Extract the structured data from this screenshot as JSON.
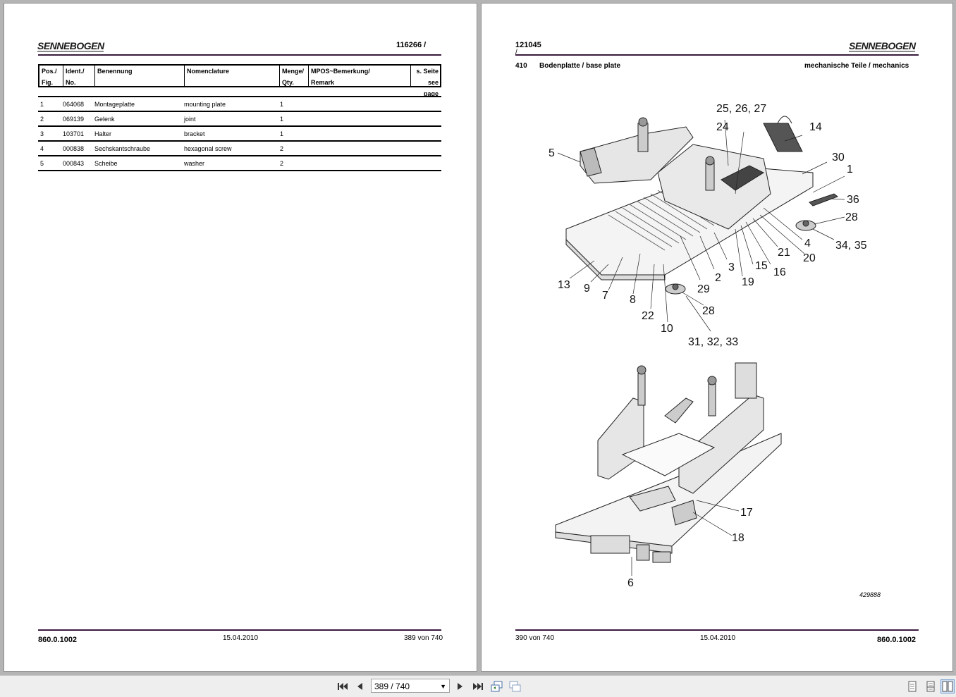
{
  "brand": {
    "logo_text": "SENNEBOGEN"
  },
  "left_page": {
    "doc_number": "116266 /",
    "table_headers": [
      {
        "line1": "Pos./",
        "line2": "Fig."
      },
      {
        "line1": "Ident./",
        "line2": "No."
      },
      {
        "line1": "Benennung",
        "line2": ""
      },
      {
        "line1": "Nomenclature",
        "line2": ""
      },
      {
        "line1": "Menge/",
        "line2": "Qty."
      },
      {
        "line1": "MPOS~Bemerkung/",
        "line2": "Remark"
      },
      {
        "line1": "s. Seite",
        "line2": "see page"
      }
    ],
    "rows": [
      {
        "pos": "1",
        "ident": "064068",
        "benennung": "Montageplatte",
        "nomenclature": "mounting plate",
        "qty": "1"
      },
      {
        "pos": "2",
        "ident": "069139",
        "benennung": "Gelenk",
        "nomenclature": "joint",
        "qty": "1"
      },
      {
        "pos": "3",
        "ident": "103701",
        "benennung": "Halter",
        "nomenclature": "bracket",
        "qty": "1"
      },
      {
        "pos": "4",
        "ident": "000838",
        "benennung": "Sechskantschraube",
        "nomenclature": "hexagonal screw",
        "qty": "2"
      },
      {
        "pos": "5",
        "ident": "000843",
        "benennung": "Scheibe",
        "nomenclature": "washer",
        "qty": "2"
      }
    ],
    "footer": {
      "doc": "860.0.1002",
      "date": "15.04.2010",
      "page": "389 von 740"
    }
  },
  "right_page": {
    "doc_number": "121045",
    "doc_number_sub": "/",
    "section_number": "410",
    "section_title": "Bodenplatte / base plate",
    "section_category": "mechanische Teile / mechanics",
    "drawing_number": "429888",
    "callouts_top": [
      "25, 26, 27",
      "24",
      "14",
      "5",
      "30",
      "1",
      "36",
      "28",
      "34, 35",
      "4",
      "20",
      "21",
      "16",
      "15",
      "19",
      "3",
      "2",
      "29",
      "28",
      "31, 32, 33",
      "10",
      "22",
      "8",
      "7",
      "9",
      "13"
    ],
    "callouts_bottom": [
      "17",
      "18",
      "6"
    ],
    "footer": {
      "page": "390 von 740",
      "date": "15.04.2010",
      "doc": "860.0.1002"
    }
  },
  "viewer": {
    "page_indicator": "389 / 740"
  }
}
